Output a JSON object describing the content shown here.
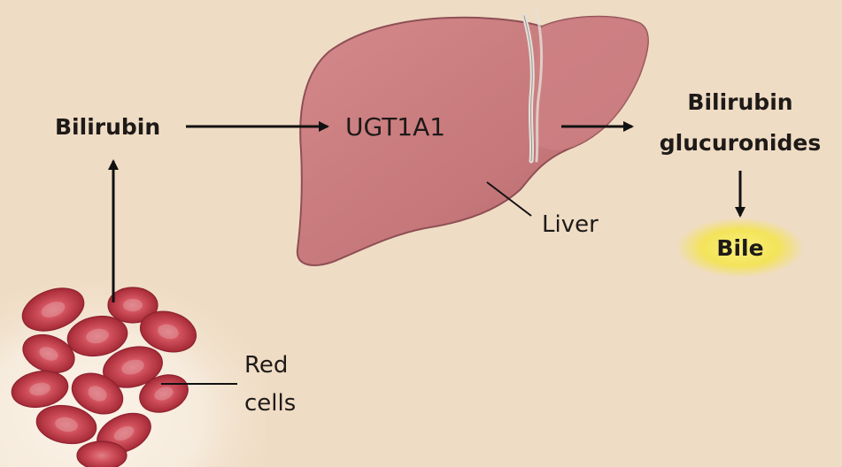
{
  "colors": {
    "background": "#efdcc4",
    "liver": "#c77a7c",
    "red_cell": "#c9424f",
    "bile_glow": "#f3e35a",
    "arrow": "#111111"
  },
  "labels": {
    "bilirubin": "Bilirubin",
    "enzyme": "UGT1A1",
    "glucuronides_line1": "Bilirubin",
    "glucuronides_line2": "glucuronides",
    "bile": "Bile",
    "liver": "Liver",
    "red_cells_line1": "Red",
    "red_cells_line2": "cells"
  },
  "icons": {
    "liver": "liver-illustration",
    "red_cells": "red-blood-cells-illustration"
  }
}
